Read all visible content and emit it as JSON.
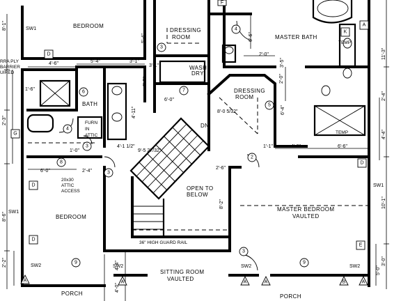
{
  "rooms": {
    "bedroom_upper": "BEDROOM",
    "dressing_room_1_line1": "DRESSING",
    "dressing_room_1_line2": "ROOM",
    "master_bath": "MASTER BATH",
    "wash_line1": "WASH",
    "wash_line2": "DRY",
    "dressing_room_2_line1": "DRESSING",
    "dressing_room_2_line2": "ROOM",
    "bath": "BATH",
    "furn_line1": "FURN",
    "furn_line2": "IN",
    "furn_line3": "ATTIC",
    "dn": "DN",
    "attic_line1": "20x30",
    "attic_line2": "ATTIC",
    "attic_line3": "ACCESS",
    "open_line1": "OPEN TO",
    "open_line2": "BELOW",
    "master_bedroom_line1": "MASTER BEDROOM",
    "master_bedroom_line2": "VAULTED",
    "bedroom_lower": "BEDROOM",
    "guard_rail": "36\" HIGH GUARD RAIL",
    "sitting_room_line1": "SITTING ROOM",
    "sitting_room_line2": "VAULTED",
    "porch_left": "PORCH",
    "porch_right": "PORCH",
    "barrier_line1": "RRA PLY",
    "barrier_line2": "BARRIER",
    "barrier_line3": "UIRED",
    "temp_top": "TEMP",
    "temp_mid": "TEMP"
  },
  "dims": {
    "d1": "4'-6\"",
    "d2": "5'-4\"",
    "d3": "3'-1\"",
    "d4": "2'-0\"",
    "d5": "1'-6\"",
    "d6": "6'-0\"",
    "d7": "8'-0 5/32\"",
    "d8": "4'-6\"",
    "d9": "6'-6\"",
    "d10": "1'-1\"",
    "d11": "1'-0\"",
    "d12": "2'-4\"",
    "d13": "6'-0\"",
    "d14": "9'-5 27/32\"",
    "d15": "2'-6\"",
    "d16": "4'-1 1/2\"",
    "d17": "3'-1\"",
    "v1": "8'-1\"",
    "v2": "2'-3\"",
    "v3": "8'-6\"",
    "v4": "2'-2\"",
    "v5": "5'-4\"",
    "v6": "4'-11\"",
    "v7": "6'-6\"",
    "v8": "2'-0\"",
    "v9": "6'-4\"",
    "v10": "11'-3\"",
    "v11": "2'-4\"",
    "v12": "10'-1\"",
    "v13": "3'-0\"",
    "v14": "4'-4\"",
    "v15": "8'-2\"",
    "v16": "4'-4\"",
    "v17": "4'-0\"",
    "v18": "5'-0\"",
    "v19": "3'-5\"",
    "v20": "3'-5\""
  },
  "tags": {
    "sw1_a": "SW1",
    "sw1_b": "SW1",
    "sw1_c": "SW1",
    "sw2_a": "SW2",
    "sw2_b": "SW2",
    "sw2_c": "SW2",
    "sw2_d": "SW2"
  },
  "marks": {
    "c1": "3",
    "c2": "4",
    "c3": "6",
    "c4": "7",
    "c5": "5",
    "c6": "4",
    "c7": "3",
    "c8": "8",
    "c9": "3",
    "c10": "2",
    "c11": "9",
    "c12": "3",
    "c13": "9",
    "s1": "D",
    "s2": "K",
    "s3": "A",
    "s4": "G",
    "s5": "D",
    "s6": "D",
    "s7": "D",
    "s8": "E",
    "s9": "F",
    "t1": "A",
    "t2": "A",
    "t3": "A",
    "t4": "A",
    "t5": "B",
    "t6": "A"
  }
}
